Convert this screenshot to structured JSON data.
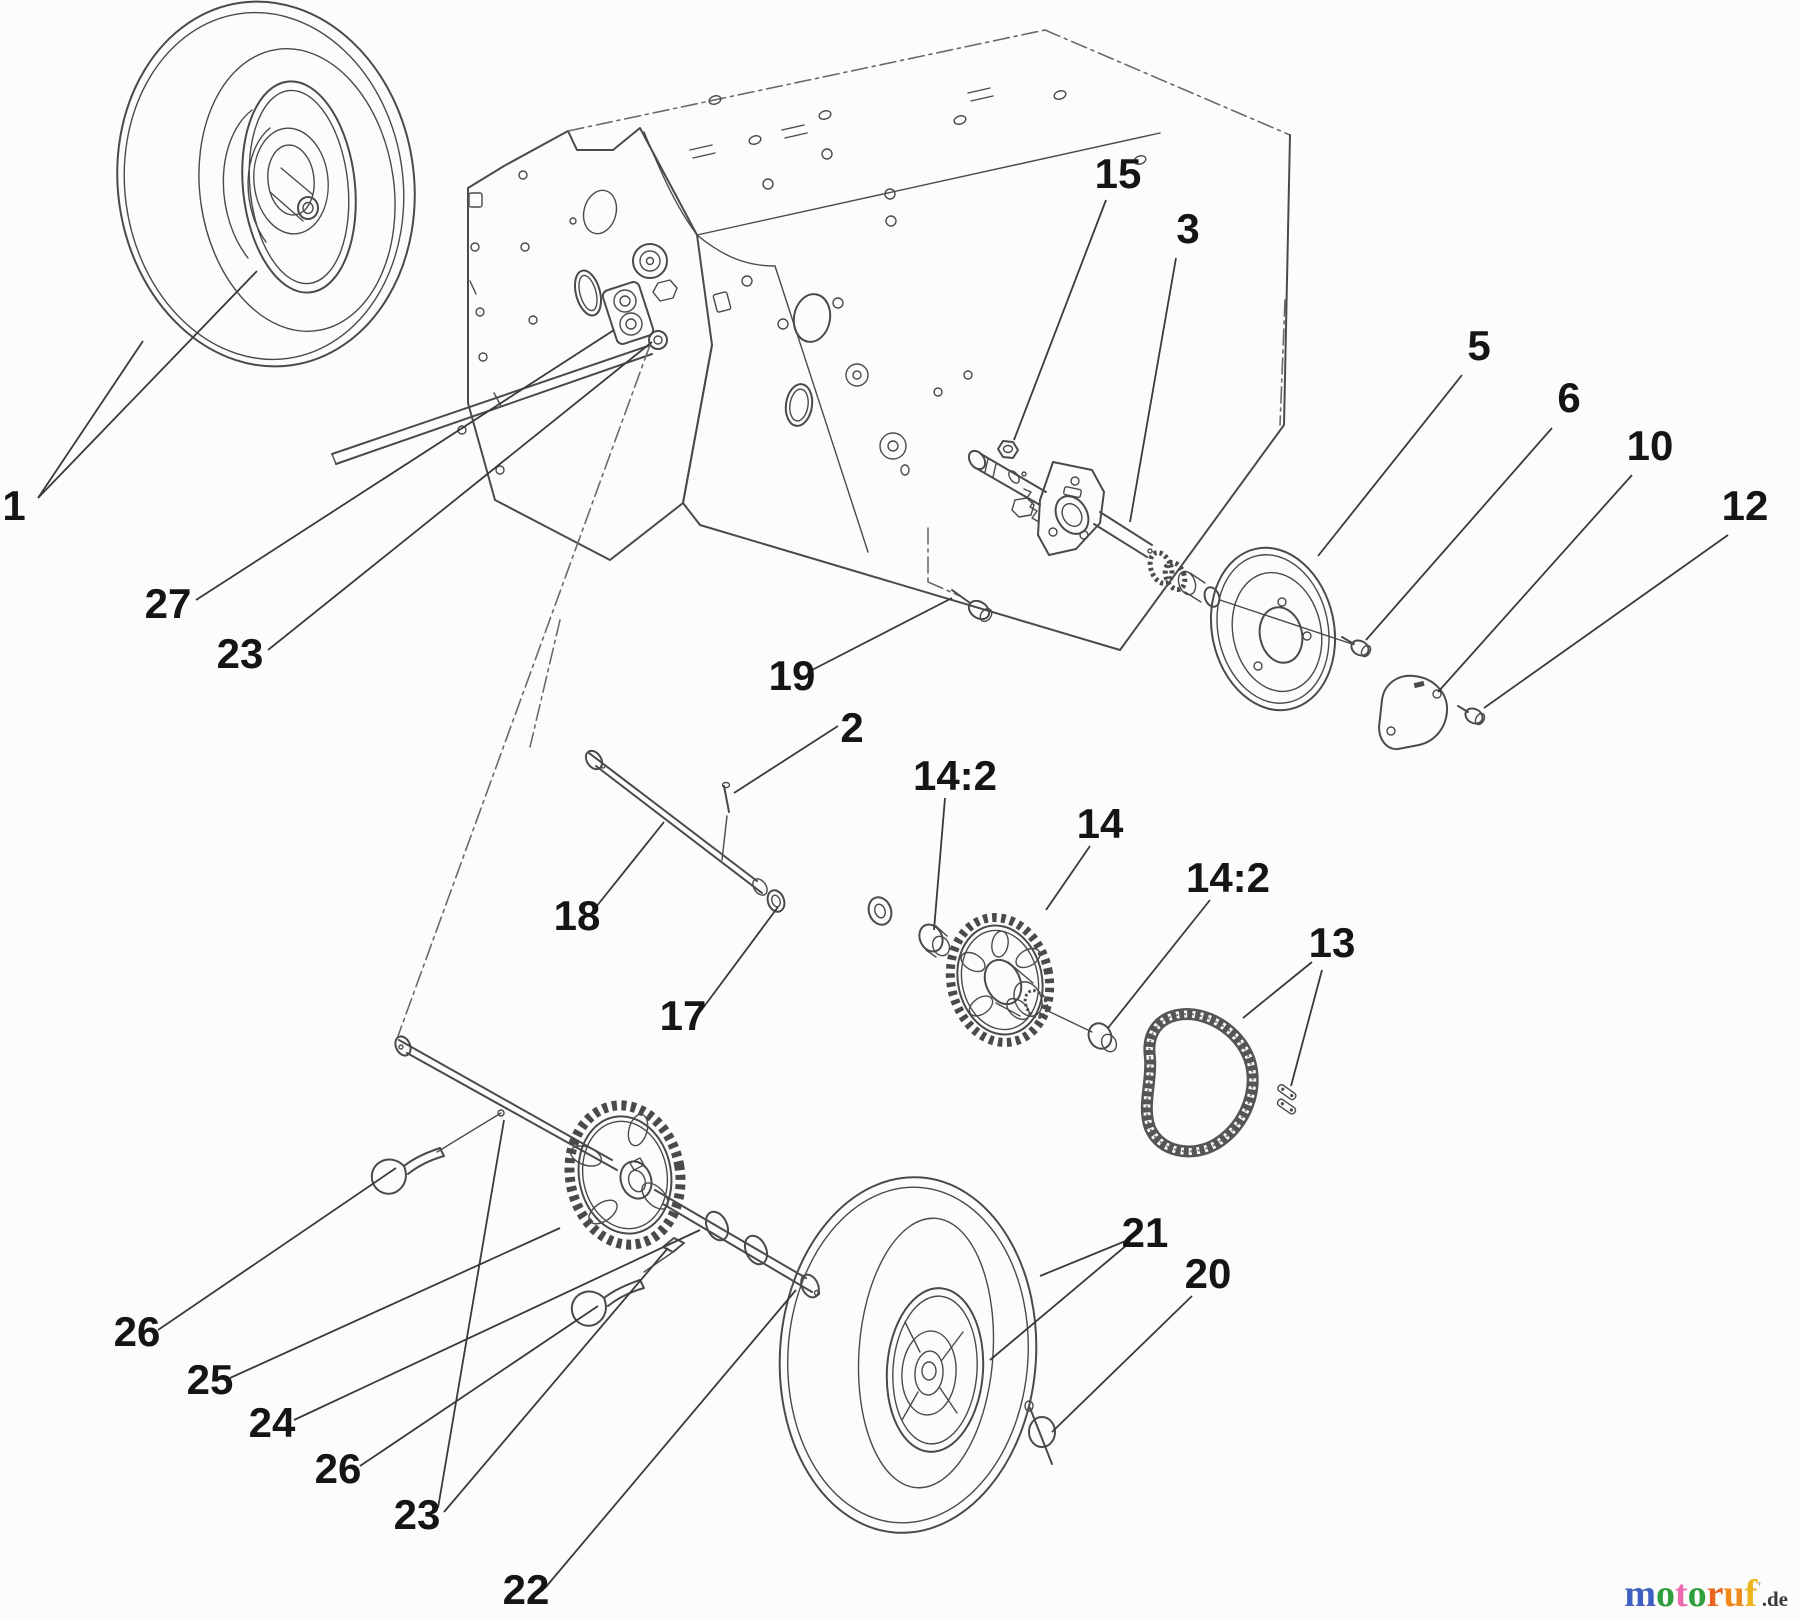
{
  "page": {
    "background": "#fcfdfb",
    "ink": "#4a4a4a",
    "label_ink": "#151515"
  },
  "callouts": [
    {
      "label": "1"
    },
    {
      "label": "27"
    },
    {
      "label": "23"
    },
    {
      "label": "15"
    },
    {
      "label": "3"
    },
    {
      "label": "5"
    },
    {
      "label": "6"
    },
    {
      "label": "10"
    },
    {
      "label": "12"
    },
    {
      "label": "19"
    },
    {
      "label": "2"
    },
    {
      "label": "14:2"
    },
    {
      "label": "14"
    },
    {
      "label": "14:2"
    },
    {
      "label": "13"
    },
    {
      "label": "18"
    },
    {
      "label": "17"
    },
    {
      "label": "26"
    },
    {
      "label": "25"
    },
    {
      "label": "24"
    },
    {
      "label": "26"
    },
    {
      "label": "23"
    },
    {
      "label": "22"
    },
    {
      "label": "21"
    },
    {
      "label": "20"
    }
  ],
  "logo": {
    "letters": [
      {
        "char": "m",
        "color": "#3f5fc2"
      },
      {
        "char": "o",
        "color": "#2f9e3c"
      },
      {
        "char": "t",
        "color": "#ec6ab2"
      },
      {
        "char": "o",
        "color": "#2f9e3c"
      },
      {
        "char": "r",
        "color": "#ea6420"
      },
      {
        "char": "u",
        "color": "#f08a1d"
      },
      {
        "char": "f",
        "color": "#edb41c"
      }
    ],
    "tick": "'",
    "suffix": ".de"
  }
}
